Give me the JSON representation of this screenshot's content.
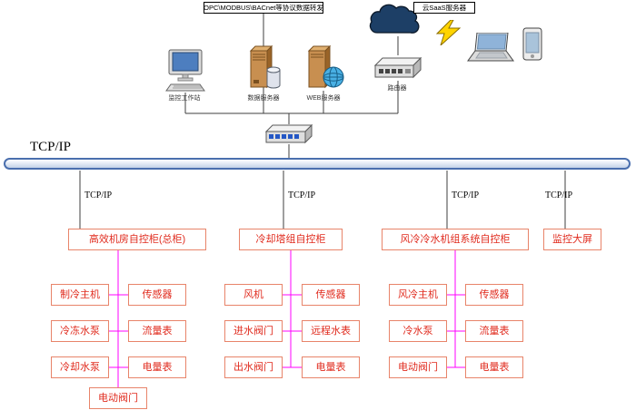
{
  "top": {
    "protocol_label": "OPC\\MODBUS\\BACnet等协议数据转发",
    "saas_label": "云SaaS服务器",
    "workstation_label": "监控工作站",
    "data_server_label": "数据服务器",
    "web_server_label": "WEB服务器",
    "router_label": "路由器"
  },
  "bus": {
    "label": "TCP/IP"
  },
  "branches": [
    {
      "link_label": "TCP/IP",
      "cabinet": "高效机房自控柜(总柜)",
      "left": [
        "制冷主机",
        "冷冻水泵",
        "冷却水泵"
      ],
      "right": [
        "传感器",
        "流量表",
        "电量表"
      ],
      "bottom": "电动阀门"
    },
    {
      "link_label": "TCP/IP",
      "cabinet": "冷却塔组自控柜",
      "left": [
        "风机",
        "进水阀门",
        "出水阀门"
      ],
      "right": [
        "传感器",
        "远程水表",
        "电量表"
      ]
    },
    {
      "link_label": "TCP/IP",
      "cabinet": "风冷冷水机组系统自控柜",
      "left": [
        "风冷主机",
        "冷水泵",
        "电动阀门"
      ],
      "right": [
        "传感器",
        "流量表",
        "电量表"
      ]
    },
    {
      "link_label": "TCP/IP",
      "cabinet": "监控大屏"
    }
  ],
  "colors": {
    "box_border": "#e8846a",
    "box_text": "#e02b1e",
    "trunk_line": "#ff00ff",
    "bus_border": "#4a6fae",
    "cloud_fill": "#1d3f66",
    "lightning_fill": "#ffd400"
  }
}
